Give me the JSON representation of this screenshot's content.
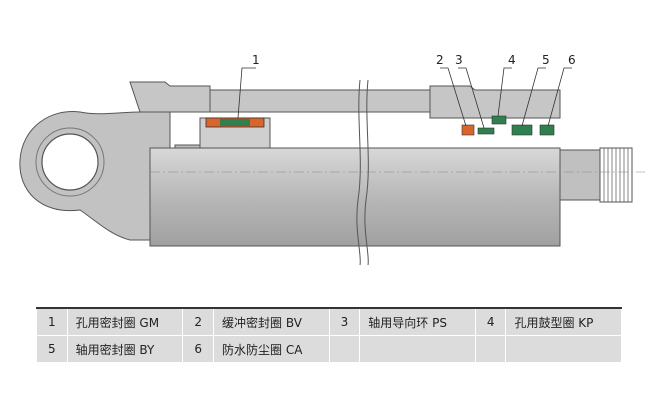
{
  "callouts": [
    "1",
    "2",
    "3",
    "4",
    "5",
    "6"
  ],
  "legend": {
    "rows": [
      [
        {
          "num": "1",
          "label": "孔用密封圈 GM"
        },
        {
          "num": "2",
          "label": "缓冲密封圈 BV"
        },
        {
          "num": "3",
          "label": "轴用导向环 PS"
        },
        {
          "num": "4",
          "label": "孔用鼓型圈 KP"
        }
      ],
      [
        {
          "num": "5",
          "label": "轴用密封圈 BY"
        },
        {
          "num": "6",
          "label": "防水防尘圈 CA"
        },
        {
          "num": "",
          "label": ""
        },
        {
          "num": "",
          "label": ""
        }
      ]
    ]
  },
  "colors": {
    "metal": "#c9c9c9",
    "metal_dark": "#8d8d8d",
    "seal_orange": "#d9652b",
    "seal_green": "#2f7f4f",
    "legend_bg": "#dcdcdc"
  }
}
